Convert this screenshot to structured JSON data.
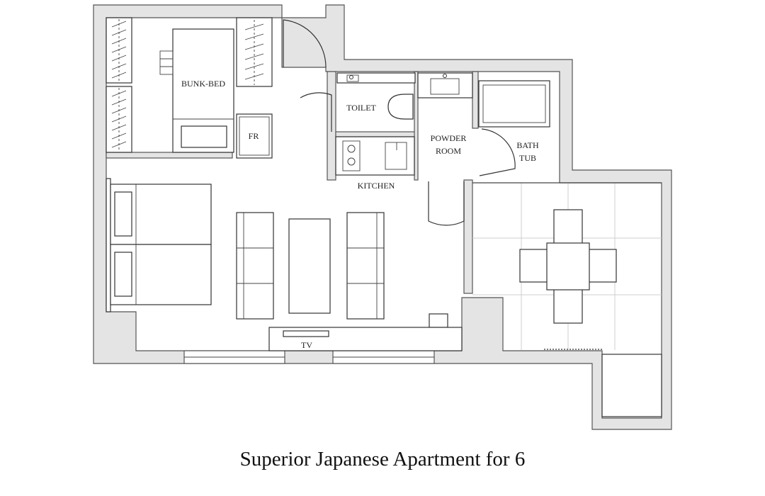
{
  "title": "Superior Japanese Apartment for 6",
  "labels": {
    "bunk_bed": "BUNK-BED",
    "fridge": "FR",
    "toilet": "TOILET",
    "powder_room_line1": "POWDER",
    "powder_room_line2": "ROOM",
    "bath_tub_line1": "BATH",
    "bath_tub_line2": "TUB",
    "kitchen": "KITCHEN",
    "tv": "TV"
  },
  "colors": {
    "wall_fill": "#e4e4e4",
    "line": "#333333",
    "background": "#ffffff"
  }
}
